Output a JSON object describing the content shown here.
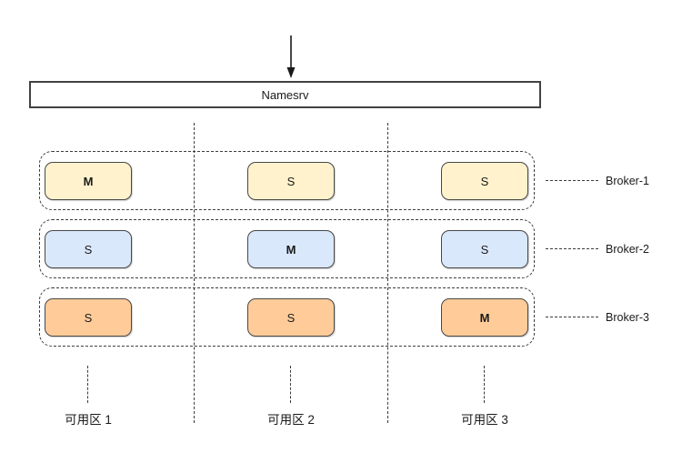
{
  "diagram": {
    "nameserver": {
      "label": "Namesrv"
    },
    "brokers": [
      {
        "label": "Broker-1",
        "fill": "#fff2cc",
        "nodes": [
          "M",
          "S",
          "S"
        ]
      },
      {
        "label": "Broker-2",
        "fill": "#dae8fc",
        "nodes": [
          "S",
          "M",
          "S"
        ]
      },
      {
        "label": "Broker-3",
        "fill": "#ffcc99",
        "nodes": [
          "S",
          "S",
          "M"
        ]
      }
    ],
    "zones": [
      {
        "label": "可用区 1"
      },
      {
        "label": "可用区 2"
      },
      {
        "label": "可用区 3"
      }
    ]
  },
  "colors": {
    "broker1_fill": "#fff2cc",
    "broker2_fill": "#dae8fc",
    "broker3_fill": "#ffcc99",
    "stroke": "#3c3c3c",
    "background": "#ffffff"
  }
}
